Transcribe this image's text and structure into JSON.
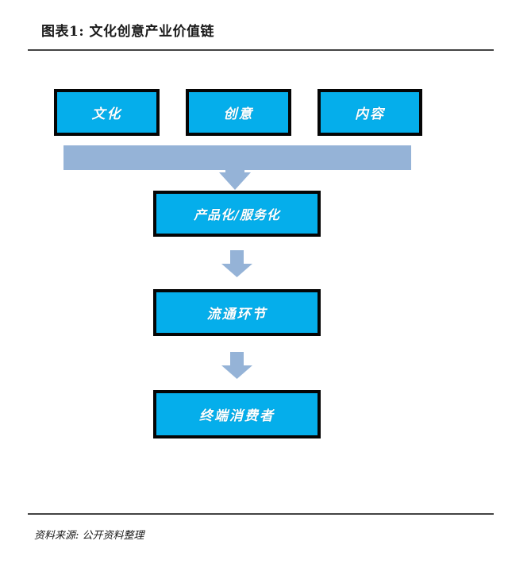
{
  "header": {
    "title": "图表1: 文化创意产业价值链"
  },
  "footer": {
    "source": "资料来源: 公开资料整理"
  },
  "colors": {
    "node_fill": "#05AEEB",
    "node_border": "#050505",
    "node_text": "#FFFFFF",
    "connector": "#95B3D7",
    "rule": "#434343",
    "title_text": "#1A1A1A",
    "background": "#FFFFFF"
  },
  "diagram": {
    "type": "value-chain-flow",
    "inputs": [
      {
        "label": "文化"
      },
      {
        "label": "创意"
      },
      {
        "label": "内容"
      }
    ],
    "stages": [
      {
        "label": "产品化/服务化"
      },
      {
        "label": "流通环节"
      },
      {
        "label": "终端消费者"
      }
    ],
    "connectors": [
      {
        "name": "merge-bar"
      },
      {
        "name": "arrow-to-productization"
      },
      {
        "name": "arrow-to-distribution"
      },
      {
        "name": "arrow-to-consumer"
      }
    ]
  }
}
